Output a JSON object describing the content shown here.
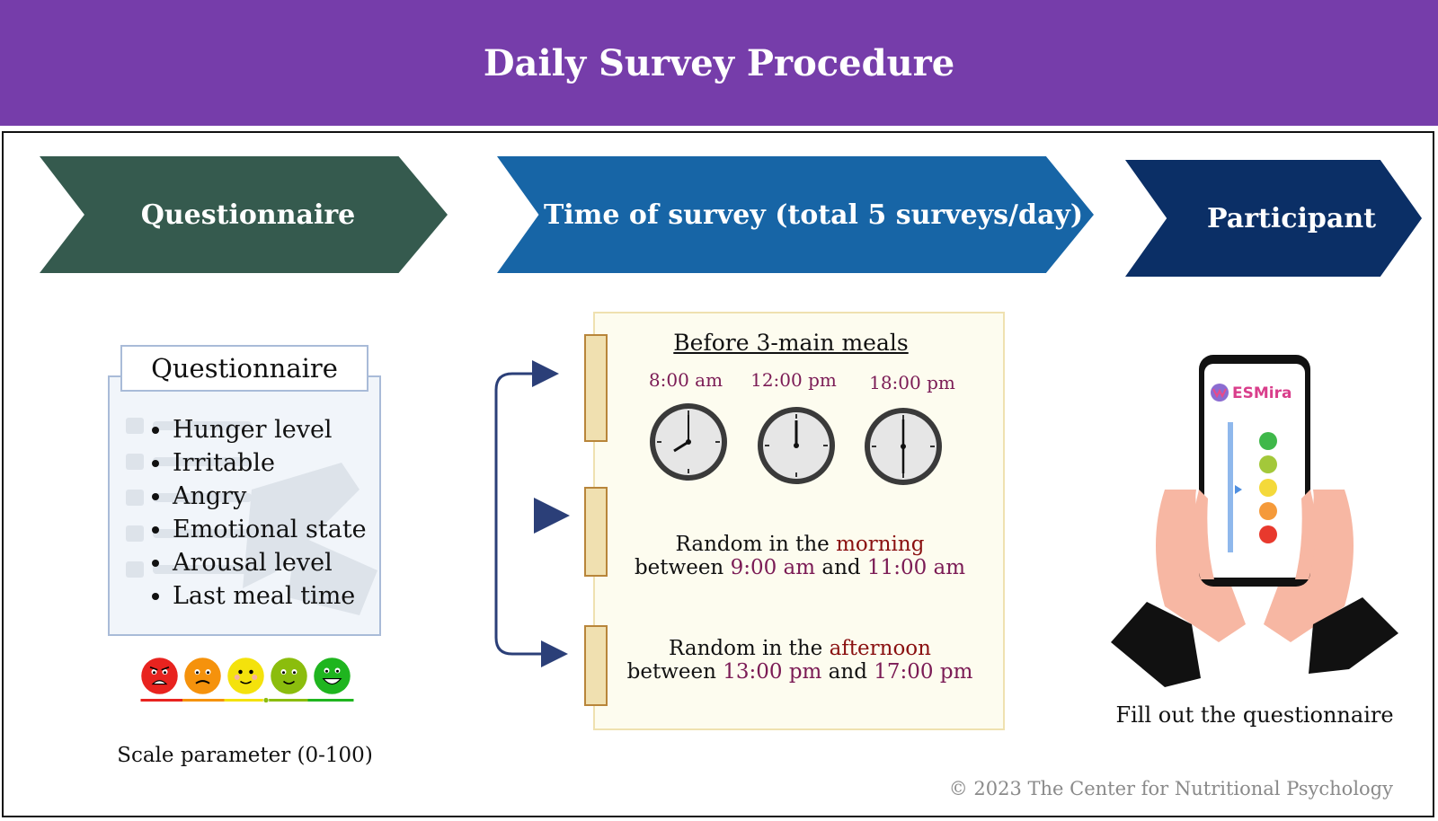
{
  "title": "Daily Survey Procedure",
  "stages": [
    {
      "label": "Questionnaire",
      "color": "#355a4e"
    },
    {
      "label": "Time of survey (total 5 surveys/day)",
      "color": "#1765a6"
    },
    {
      "label": "Participant",
      "color": "#0b2f66"
    }
  ],
  "questionnaire": {
    "heading": "Questionnaire",
    "items": [
      "Hunger level",
      "Irritable",
      "Angry",
      "Emotional state",
      "Arousal level",
      "Last meal time"
    ]
  },
  "scale": {
    "label": "Scale parameter (0-100)",
    "face_colors": [
      "#e8231f",
      "#f5920c",
      "#f4e20c",
      "#8bbd0d",
      "#1fb51f"
    ]
  },
  "schedule": {
    "meals_title": "Before 3-main meals",
    "meal_times": [
      "8:00 am",
      "12:00 pm",
      "18:00 pm"
    ],
    "morning": {
      "prefix": "Random in the ",
      "period": "morning",
      "between": "between ",
      "start": "9:00 am",
      "and": " and ",
      "end": "11:00 am"
    },
    "afternoon": {
      "prefix": "Random in the ",
      "period": "afternoon",
      "between": "between ",
      "start": "13:00 pm",
      "and": " and ",
      "end": "17:00 pm"
    }
  },
  "participant": {
    "app_name": "ESMira",
    "caption": "Fill out the questionnaire"
  },
  "credit": "© 2023 The Center for Nutritional Psychology"
}
